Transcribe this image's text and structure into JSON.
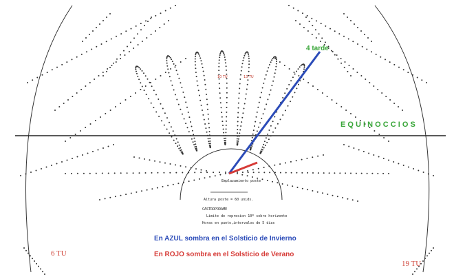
{
  "labels": {
    "afternoon": "4 tarde",
    "equinox": "E Q U I N O C C I O S",
    "winter_caption": "En AZUL sombra en el Solsticio de Invierno",
    "summer_caption": "En ROJO sombra en el Solsticio de Verano",
    "hour_left": "6  TU",
    "hour_right": "19  TU",
    "hour_inner_left": "10  TU",
    "hour_inner_right": "13  TU",
    "post_location": "Emplazamiento poste",
    "post_height": "Altura poste = 60 unids.",
    "legend_title": "CASTROPODAME",
    "legend_line1": "Limite de represion 10º sobre horizonte",
    "legend_line2": "Horas en punto,intervalos de 5 dias"
  },
  "colors": {
    "winter_shadow": "#2b4bb8",
    "summer_shadow": "#d63a36",
    "equinox_label": "#3aa63a",
    "ink": "#222222"
  }
}
